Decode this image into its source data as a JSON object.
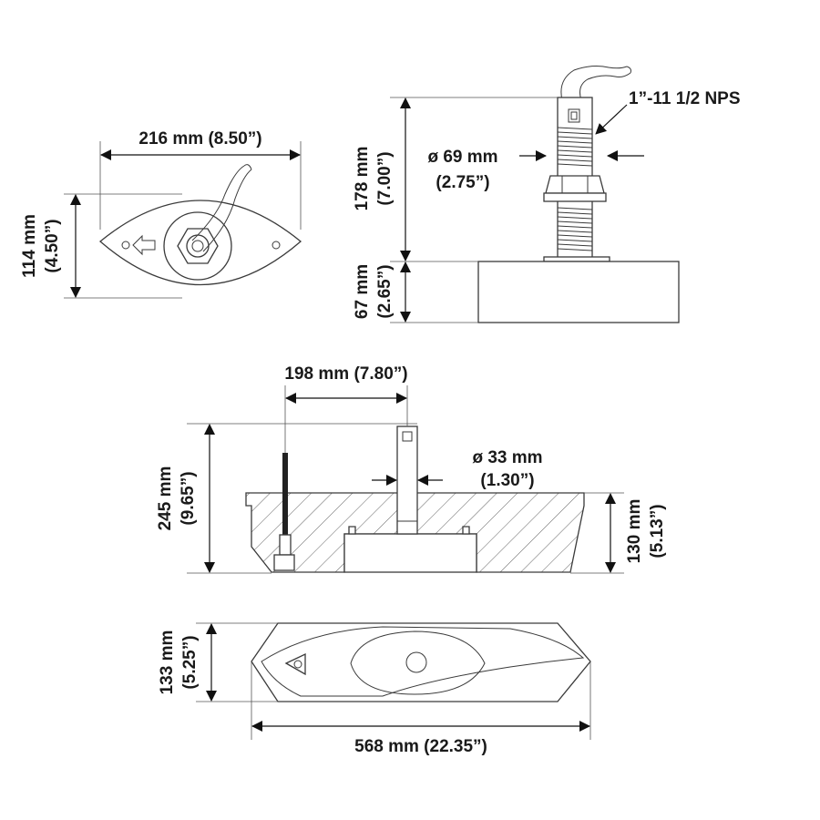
{
  "labels": {
    "top_width": "216 mm (8.50”)",
    "top_height_mm": "114 mm",
    "top_height_in": "(4.50”)",
    "side_height_mm": "178 mm",
    "side_height_in": "(7.00”)",
    "base_height_mm": "67 mm",
    "base_height_in": "(2.65”)",
    "thread": "1”-11 1/2 NPS",
    "nut_dia_mm": "ø 69 mm",
    "nut_dia_in": "(2.75”)",
    "offset": "198 mm (7.80”)",
    "stem_dia_mm": "ø 33 mm",
    "stem_dia_in": "(1.30”)",
    "block_height_mm": "245 mm",
    "block_height_in": "(9.65”)",
    "block_base_mm": "130 mm",
    "block_base_in": "(5.13”)",
    "fairing_height_mm": "133 mm",
    "fairing_height_in": "(5.25”)",
    "fairing_length": "568 mm (22.35”)"
  }
}
